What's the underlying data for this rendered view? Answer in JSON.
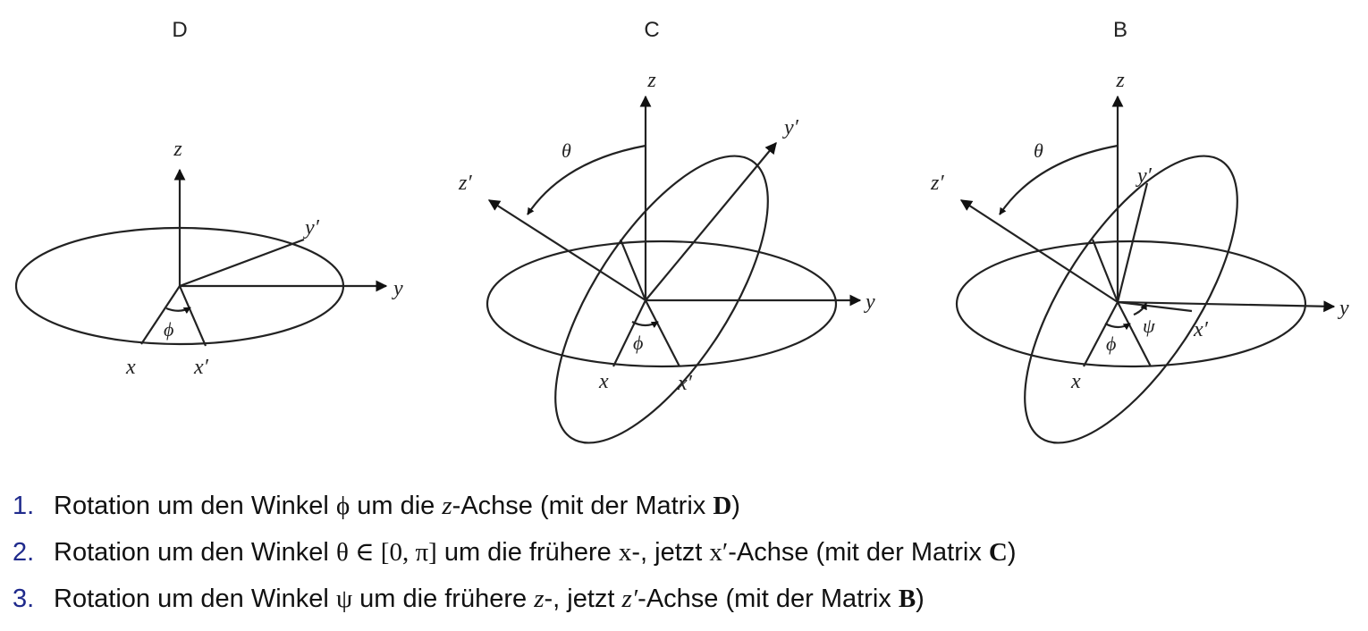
{
  "panels": [
    {
      "heading": "D",
      "labels": {
        "z": "z",
        "y": "y",
        "yprime": "y′",
        "x": "x",
        "xprime": "x′",
        "phi": "ϕ"
      }
    },
    {
      "heading": "C",
      "labels": {
        "z": "z",
        "y": "y",
        "yprime": "y′",
        "zprime": "z′",
        "theta": "θ",
        "x": "x",
        "xprime": "x′",
        "phi": "ϕ"
      }
    },
    {
      "heading": "B",
      "labels": {
        "z": "z",
        "y": "y",
        "yprime": "y′",
        "zprime": "z′",
        "theta": "θ",
        "x": "x",
        "xprime": "x′",
        "phi": "ϕ",
        "psi": "ψ"
      }
    }
  ],
  "steps": [
    {
      "num": "1.",
      "t1": "Rotation um den Winkel ",
      "m1": "ϕ",
      "t2": " um die ",
      "m2": "z",
      "t3": "-Achse (mit der Matrix ",
      "m3": "D",
      "t4": ")"
    },
    {
      "num": "2.",
      "t1": "Rotation um den Winkel ",
      "m1": "θ ∈ [0, π]",
      "t2": " um die frühere ",
      "m2": "x",
      "t3": "-, jetzt ",
      "m3": "x′",
      "t4": "-Achse (mit der Matrix ",
      "m4": "C",
      "t5": ")"
    },
    {
      "num": "3.",
      "t1": "Rotation um den Winkel ",
      "m1": "ψ",
      "t2": " um die frühere ",
      "m2": "z",
      "t3": "-, jetzt ",
      "m3": "z′",
      "t4": "-Achse (mit der Matrix ",
      "m4": "B",
      "t5": ")"
    }
  ]
}
